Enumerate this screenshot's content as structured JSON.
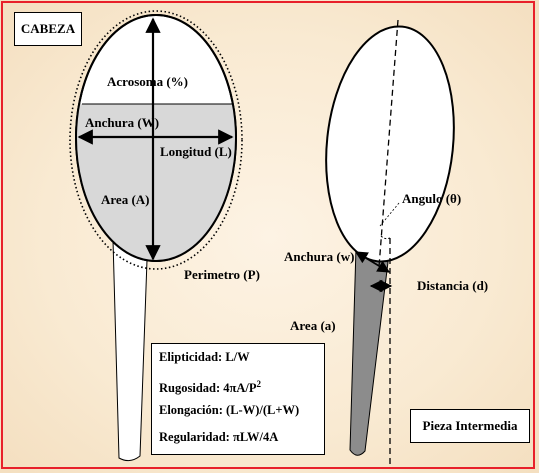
{
  "labels": {
    "cabeza": "CABEZA",
    "acrosoma": "Acrosoma (%)",
    "anchura_head": "Anchura (W)",
    "longitud": "Longitud (L)",
    "area_head": "Area (A)",
    "perimetro": "Perimetro (P)",
    "angulo": "Angulo (θ)",
    "anchura_mid": "Anchura (w)",
    "distancia": "Distancia (d)",
    "area_mid": "Area (a)",
    "pieza_intermedia": "Pieza Intermedia"
  },
  "formulas": [
    {
      "name": "Elipticidad:",
      "expr": "L/W",
      "sup": ""
    },
    {
      "name": "Rugosidad:",
      "expr": "4πA/P",
      "sup": "2"
    },
    {
      "name": "Elongación:",
      "expr": "(L-W)/(L+W)",
      "sup": ""
    },
    {
      "name": "Regularidad:",
      "expr": "πLW/4A",
      "sup": ""
    }
  ],
  "colors": {
    "background": "#fbeeda",
    "frame": "#e8202a",
    "acrosome_fill": "#d8d8d8",
    "midpiece_fill": "#8c8c8c",
    "outline": "#000000"
  }
}
